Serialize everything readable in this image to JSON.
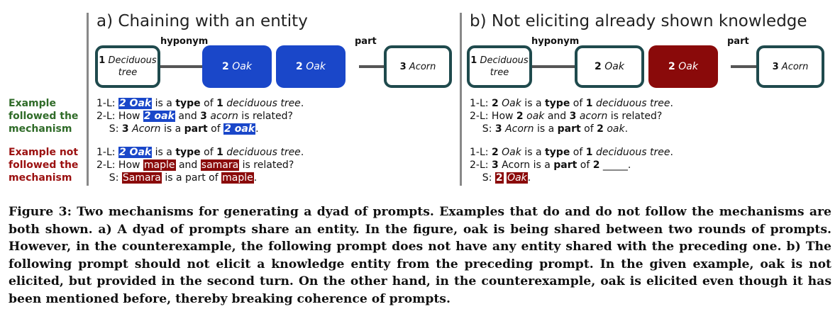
{
  "panel_a": {
    "title": "a) Chaining with an entity",
    "rel_hyponym": "hyponym",
    "rel_part": "part",
    "nodes": [
      {
        "num": "1",
        "text": "Deciduous tree"
      },
      {
        "num": "2",
        "text": "Oak"
      },
      {
        "num": "2",
        "text": "Oak"
      },
      {
        "num": "3",
        "text": "Acorn"
      }
    ]
  },
  "panel_b": {
    "title": "b) Not eliciting already shown knowledge",
    "rel_hyponym": "hyponym",
    "rel_part": "part",
    "nodes": [
      {
        "num": "1",
        "text": "Deciduous tree"
      },
      {
        "num": "2",
        "text": "Oak"
      },
      {
        "num": "2",
        "text": "Oak"
      },
      {
        "num": "3",
        "text": "Acorn"
      }
    ]
  },
  "labels": {
    "followed": "Example followed the mechanism",
    "not_followed": "Example not followed the mechanism"
  },
  "examples": {
    "a_followed": [
      "1-L: 2 Oak is a type of 1 deciduous tree.",
      "2-L: How 2 oak and 3 acorn is related?",
      "S: 3 Acorn is a part of 2 oak."
    ],
    "a_not_followed": [
      "1-L: 2 Oak is a type of 1 deciduous tree.",
      "2-L: How maple and samara is related?",
      "S: Samara is a part of maple."
    ],
    "b_followed": [
      "1-L: 2 Oak is a type of 1 deciduous tree.",
      "2-L: How 2 oak and 3 acorn is related?",
      "S: 3 Acorn is a part of 2 oak."
    ],
    "b_not_followed": [
      "1-L: 2 Oak is a type of 1 deciduous tree.",
      "2-L: 3 Acorn is a part of 2 _____.",
      "S: 2 Oak."
    ]
  },
  "caption": "Figure 3: Two mechanisms for generating a dyad of prompts. Examples that do and do not follow the mechanisms are both shown. a) A dyad of prompts share an entity. In the figure, oak is being shared between two rounds of prompts. However, in the counterexample, the following prompt does not have any entity shared with the preceding one. b) The following prompt should not elicit a knowledge entity from the preceding prompt. In the given example, oak is not elicited, but provided in the second turn. On the other hand, in the counterexample, oak is elicited even though it has been mentioned before, thereby breaking coherence of prompts."
}
